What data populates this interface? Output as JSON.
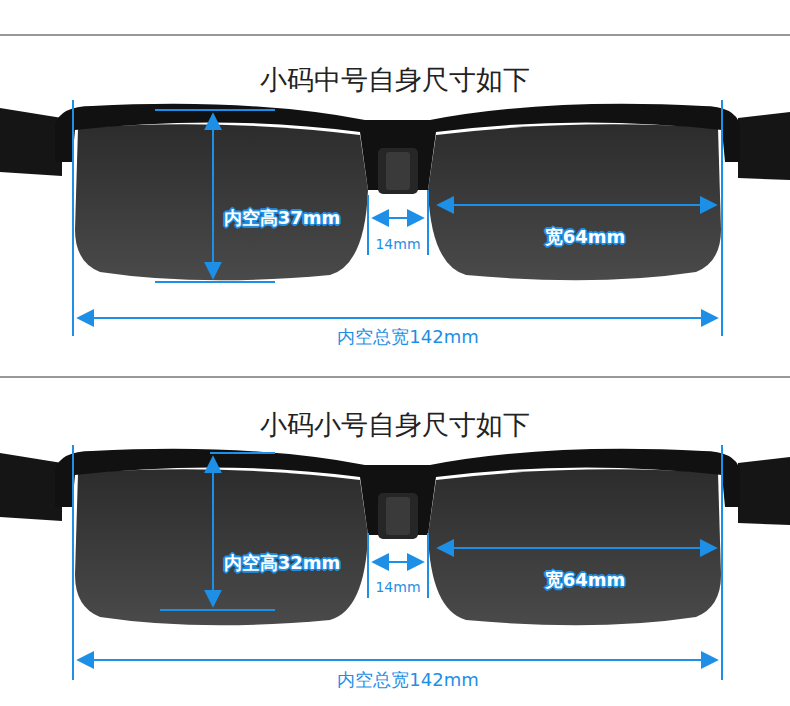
{
  "diagram": {
    "labels": [
      "小码中号自身尺寸如下",
      "内空高37mm",
      "14mm",
      "宽64mm",
      "内空总宽142mm",
      "小码小号自身尺寸如下",
      "内空高32mm",
      "14mm",
      "宽64mm",
      "内空总宽142mm"
    ]
  }
}
